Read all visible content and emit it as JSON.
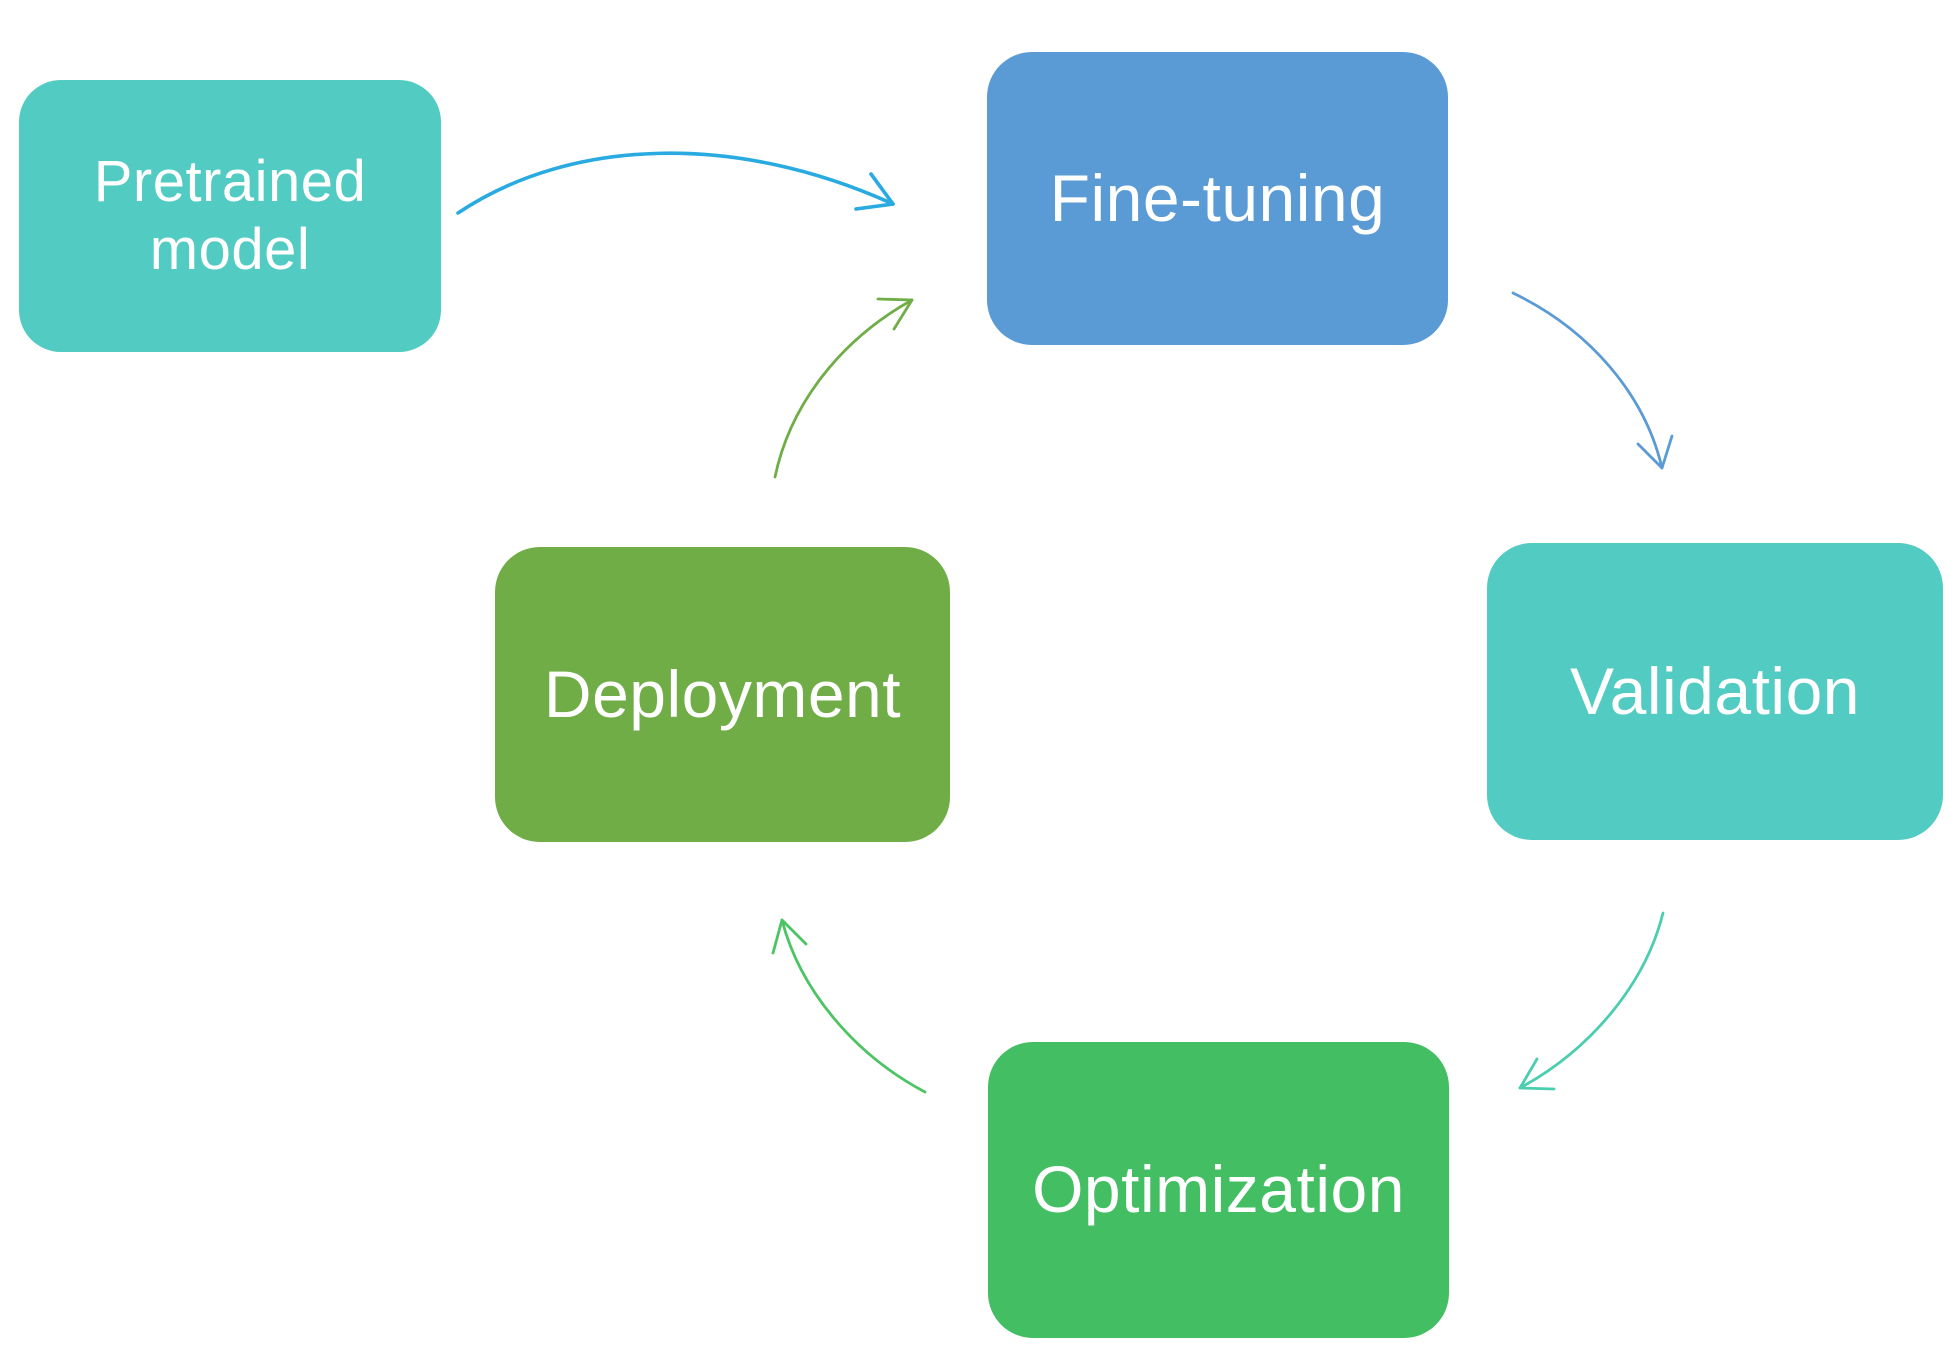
{
  "diagram": {
    "background_color": "#FFFFFF",
    "text_color": "#FFFFFF",
    "nodes": [
      {
        "id": "pretrained-model",
        "label": "Pretrained model",
        "label_lines": [
          "Pretrained",
          "model"
        ],
        "fill_color": "#52CBC2",
        "shape": "rounded-rectangle"
      },
      {
        "id": "fine-tuning",
        "label": "Fine-tuning",
        "fill_color": "#5B9BD5",
        "shape": "rounded-rectangle"
      },
      {
        "id": "validation",
        "label": "Validation",
        "fill_color": "#52CBC2",
        "shape": "rounded-rectangle"
      },
      {
        "id": "optimization",
        "label": "Optimization",
        "fill_color": "#44BE63",
        "shape": "rounded-rectangle"
      },
      {
        "id": "deployment",
        "label": "Deployment",
        "fill_color": "#70AD47",
        "shape": "rounded-rectangle"
      }
    ],
    "edges": [
      {
        "from": "pretrained-model",
        "to": "fine-tuning",
        "color": "#29ABE2",
        "style": "curved-open-arrow"
      },
      {
        "from": "fine-tuning",
        "to": "validation",
        "color": "#5B9BD5",
        "style": "curved-open-arrow"
      },
      {
        "from": "validation",
        "to": "optimization",
        "color": "#4BCDB0",
        "style": "curved-open-arrow"
      },
      {
        "from": "optimization",
        "to": "deployment",
        "color": "#4CC464",
        "style": "curved-open-arrow"
      },
      {
        "from": "deployment",
        "to": "fine-tuning",
        "color": "#70AD47",
        "style": "curved-open-arrow"
      }
    ]
  }
}
